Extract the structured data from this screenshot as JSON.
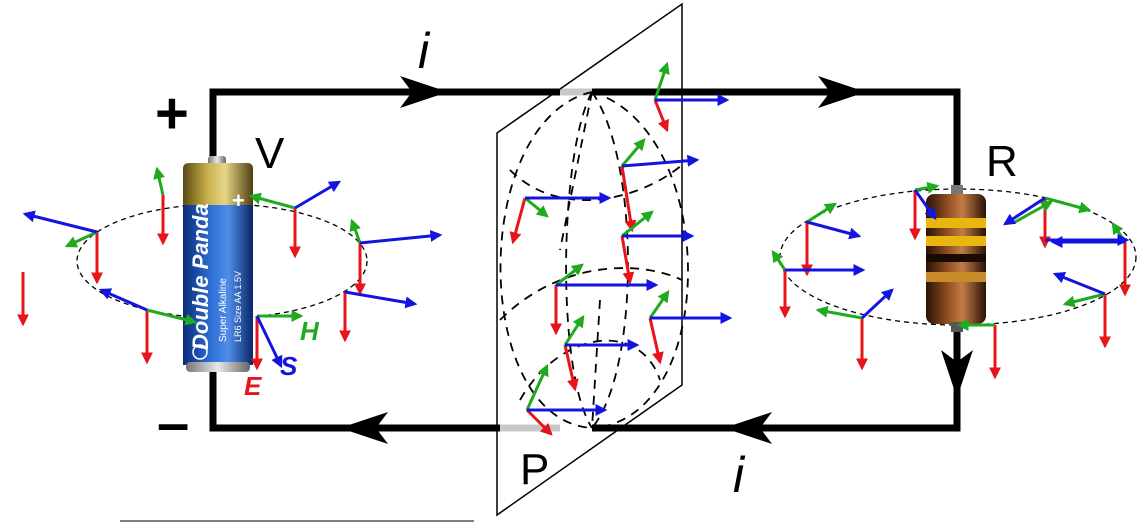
{
  "labels": {
    "current_top": "i",
    "current_bottom": "i",
    "voltage": "V",
    "resistance": "R",
    "plane": "P",
    "plus": "+",
    "minus": "–"
  },
  "vector_labels": {
    "H": "H",
    "S": "S",
    "E": "E"
  },
  "battery": {
    "brand": "Double Panda",
    "type": "Super Alkaline",
    "size": "LR6  Size AA  1.5V",
    "terminal": "+"
  },
  "colors": {
    "E": "#e8141b",
    "H": "#1faa1f",
    "S": "#1414e0",
    "wire": "#000000"
  }
}
